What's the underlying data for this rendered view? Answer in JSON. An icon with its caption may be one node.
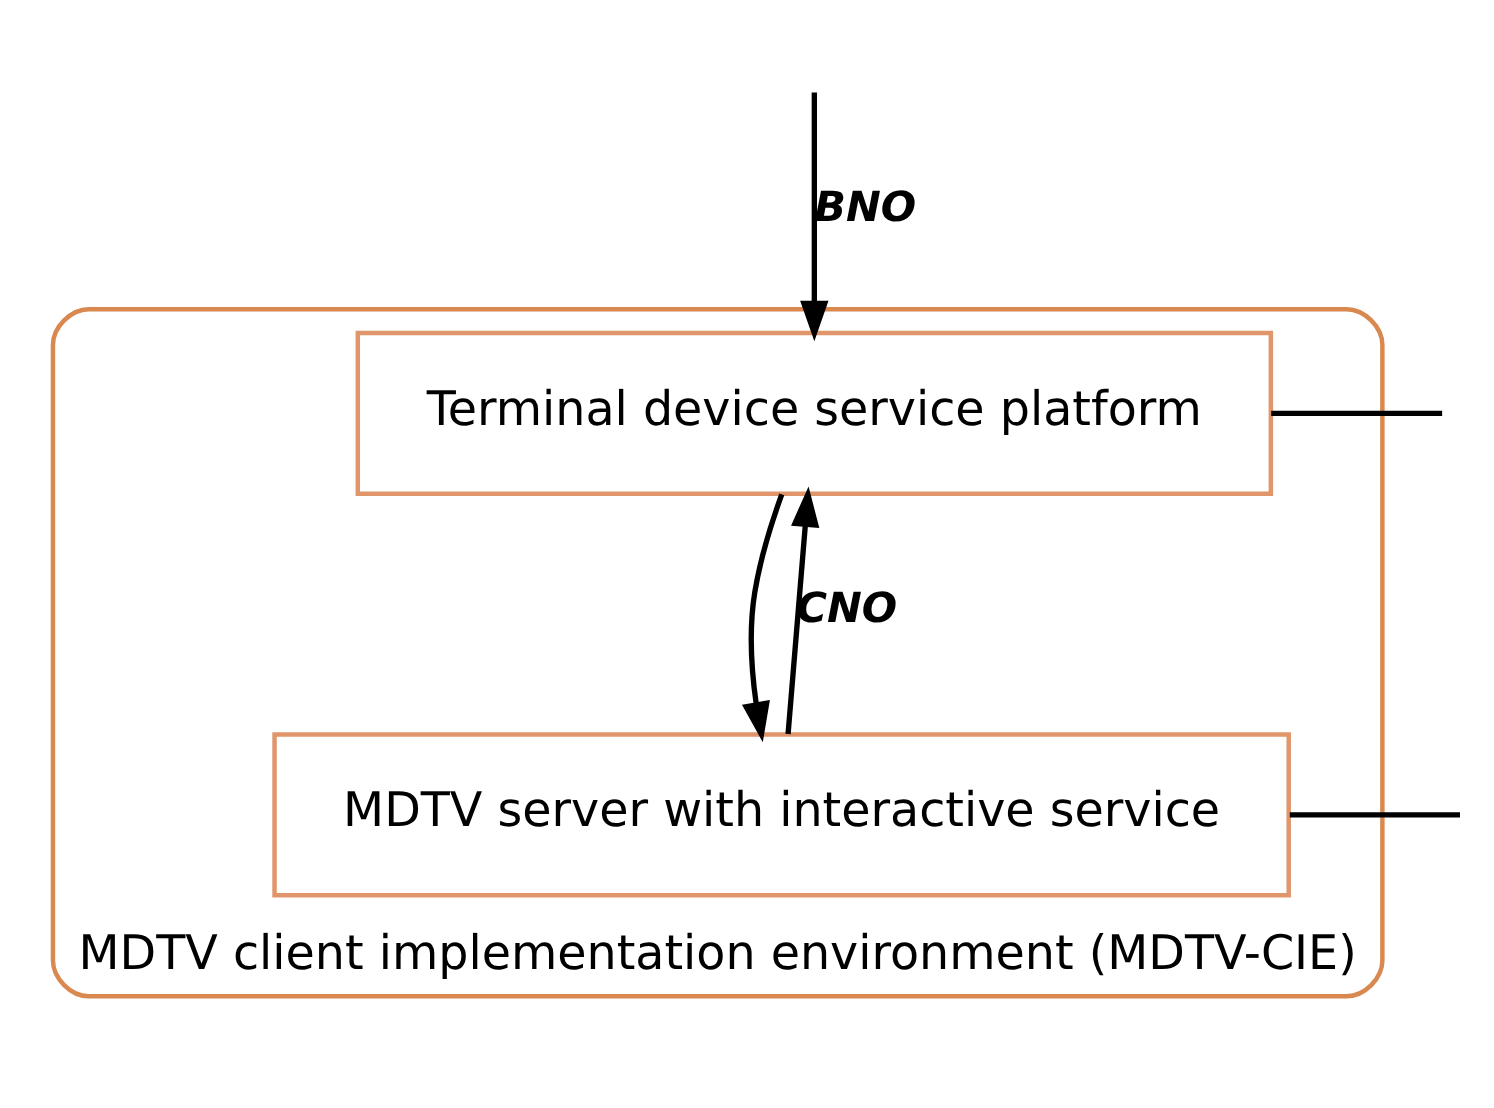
{
  "diagram": {
    "nodes": [
      {
        "text": [
          "MDTV client implementation environment (MDTV-CIE)"
        ]
      },
      {
        "text": [
          "Terminal device service platform"
        ],
        "in": 0
      },
      {
        "text": [
          "MDTV server with interactive service"
        ],
        "in": 0
      }
    ],
    "edges": [
      {
        "from": null,
        "to": 1,
        "arrow": "to",
        "label": "BNO"
      },
      {
        "from": null,
        "to": 1,
        "arrow": "none"
      },
      {
        "from": null,
        "to": 2,
        "arrow": "none"
      },
      {
        "from": 2,
        "to": 1,
        "arrow": "to",
        "label": "CNO"
      },
      {
        "from": 1,
        "to": 2,
        "arrow": "to"
      }
    ]
  }
}
